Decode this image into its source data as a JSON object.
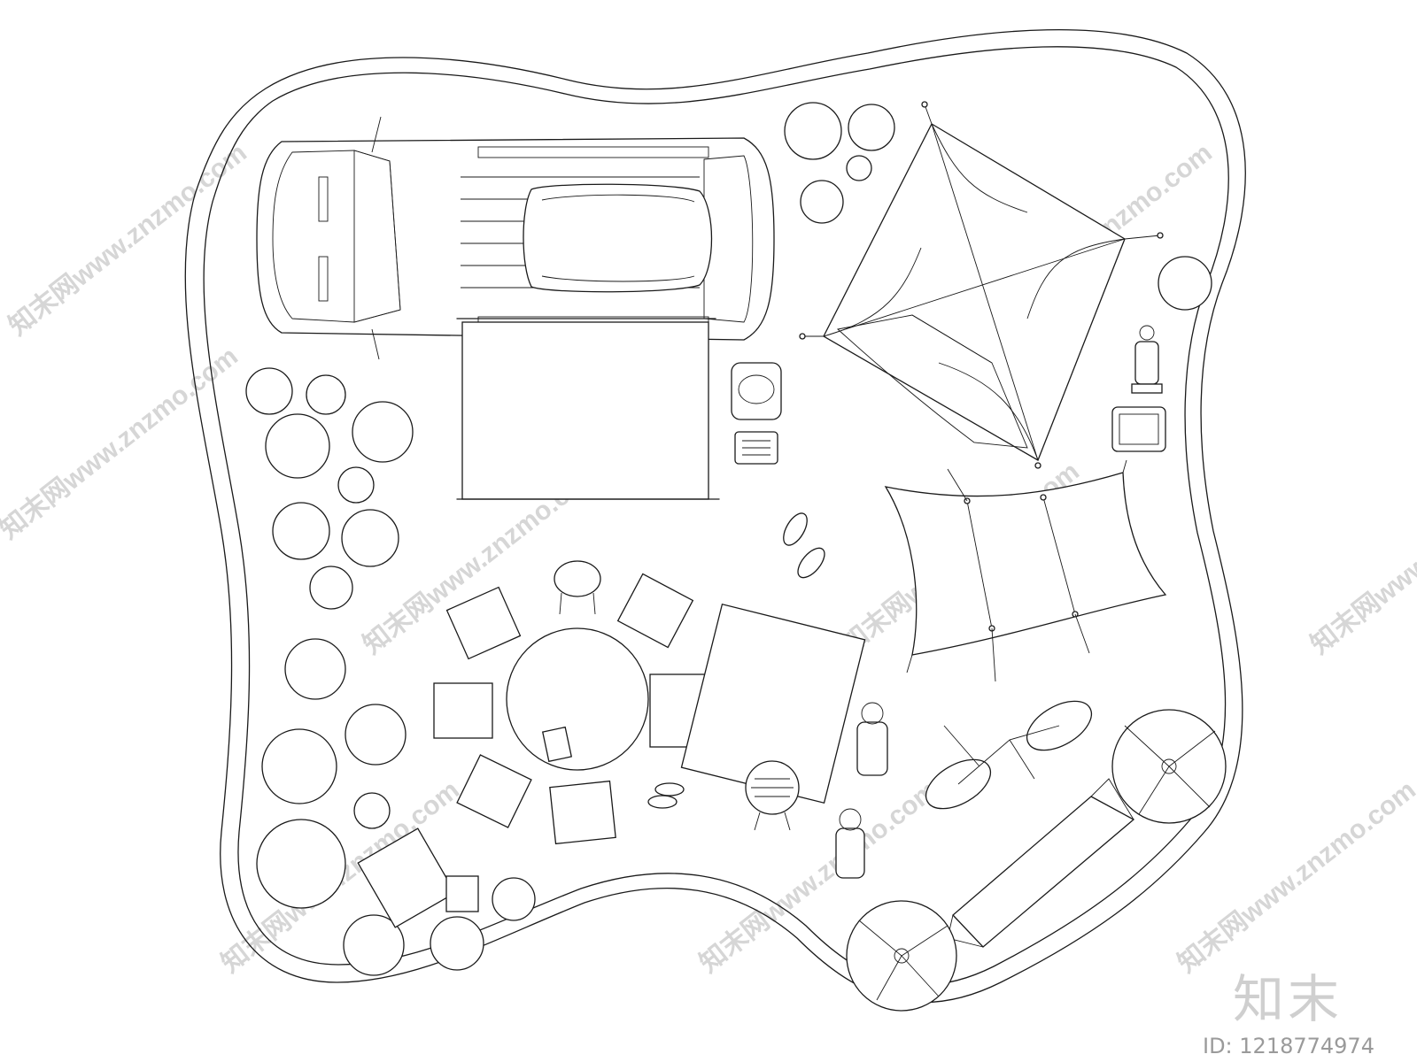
{
  "watermark": {
    "text": "知末网www.znzmo.com",
    "brand": "知末",
    "id_label": "ID: 1218774974"
  },
  "icons": {
    "car": "suv-car-icon",
    "tent": "camping-tent-icon",
    "tarp": "canopy-tarp-icon",
    "table": "round-table-icon",
    "grill": "bbq-grill-icon",
    "bike": "bicycle-icon",
    "hammock": "hammock-icon",
    "lantern": "lantern-icon",
    "plant": "succulent-plant-icon",
    "tree": "tree-icon"
  }
}
